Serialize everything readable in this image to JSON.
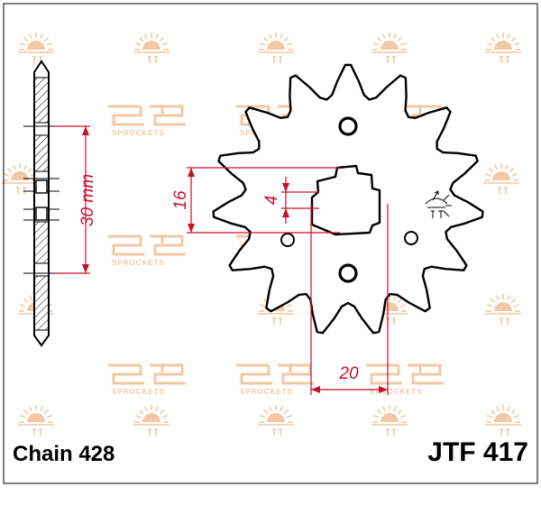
{
  "watermark": {
    "brand": "SPROCKETS",
    "colors": {
      "watermark": "#f2c9a6"
    },
    "icons": [
      "sun-watermark-icon",
      "jt-logo-watermark"
    ]
  },
  "dimensions": {
    "pitch_diameter": "30 mm",
    "bore_height": "16",
    "keyway": "4",
    "bore_width": "20"
  },
  "labels": {
    "chain": "Chain 428",
    "part_number": "JTF 417"
  },
  "colors": {
    "dimension": "#c8102e",
    "outline": "#000000",
    "background": "#ffffff"
  }
}
